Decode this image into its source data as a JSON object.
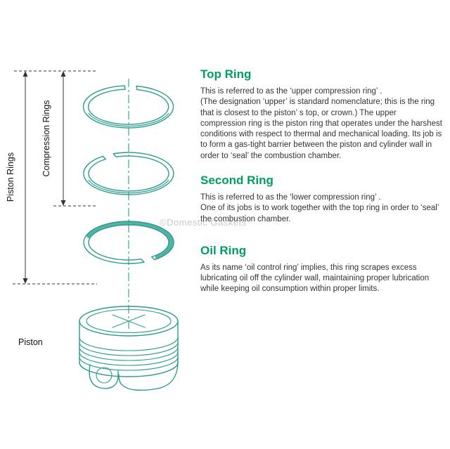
{
  "diagram": {
    "labels": {
      "piston_rings": "Piston Rings",
      "compression_rings": "Compression Rings",
      "piston": "Piston"
    }
  },
  "sections": [
    {
      "title": "Top Ring",
      "body": "This is referred to as the ‘upper compression ring’ .",
      "body2": "(The designation ‘upper’ is standard nomenclature; this is the ring that is closest to the piston’ s top, or crown.) The upper compression ring is the piston ring that operates under the harshest  conditions with respect to thermal and mechanical loading. Its job is to form a gas-tight barrier between the piston and cylinder wall in order to ‘seal’ the combustion chamber."
    },
    {
      "title": "Second Ring",
      "body": "This is referred to as the ‘lower compression ring’ .",
      "body2": "One of its jobs is to work together with the top ring in order to ‘seal’ the combustion chamber."
    },
    {
      "title": "Oil Ring",
      "body": "As its name ‘oil control ring’ implies, this ring scrapes excess lubricating oil off the cylinder wall, maintaining proper lubrication while keeping oil consumption within proper limits.",
      "body2": ""
    }
  ],
  "watermark": "©Domestic Gaskets",
  "colors": {
    "heading_green": "#009e60",
    "line_art_teal": "#2a9d8f",
    "dimension_dark": "#333333",
    "body_text": "#333333"
  }
}
